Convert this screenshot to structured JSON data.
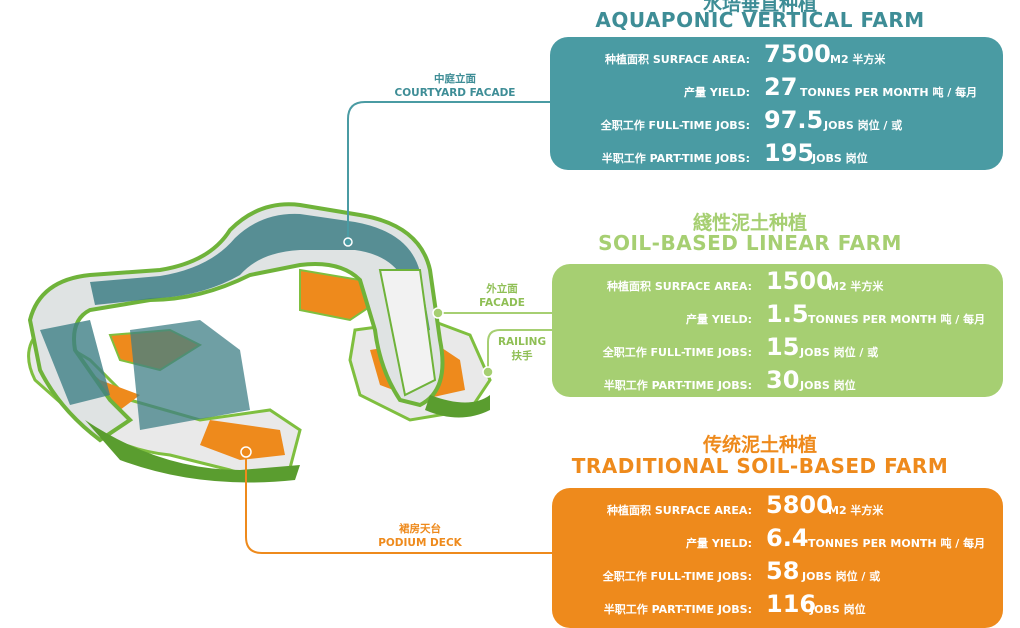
{
  "colors": {
    "teal": "#4a9ba3",
    "green": "#a6cf72",
    "orange": "#ee8a1c",
    "white": "#ffffff"
  },
  "aquaponic": {
    "title_cn": "水培垂直种植",
    "title_en": "AQUAPONIC VERTICAL FARM",
    "rows": [
      {
        "label": "种植面积  SURFACE AREA:",
        "value": "7500",
        "unit": "M2  半方米"
      },
      {
        "label": "产量  YIELD:",
        "value": "27",
        "unit": "TONNES PER MONTH   吨 / 每月"
      },
      {
        "label": "全职工作  FULL-TIME JOBS:",
        "value": "97.5",
        "unit": "JOBS  岗位      / 或"
      },
      {
        "label": "半职工作  PART-TIME JOBS:",
        "value": "195",
        "unit": "JOBS  岗位"
      }
    ]
  },
  "linear": {
    "title_cn": "綫性泥土种植",
    "title_en": "SOIL-BASED LINEAR FARM",
    "rows": [
      {
        "label": "种植面积  SURFACE AREA:",
        "value": "1500",
        "unit": "M2  半方米"
      },
      {
        "label": "产量  YIELD:",
        "value": "1.5",
        "unit": "TONNES PER MONTH   吨 / 每月"
      },
      {
        "label": "全职工作  FULL-TIME JOBS:",
        "value": "15",
        "unit": "JOBS  岗位      / 或"
      },
      {
        "label": "半职工作  PART-TIME JOBS:",
        "value": "30",
        "unit": "JOBS  岗位"
      }
    ]
  },
  "traditional": {
    "title_cn": "传统泥土种植",
    "title_en": "TRADITIONAL SOIL-BASED  FARM",
    "rows": [
      {
        "label": "种植面积  SURFACE AREA:",
        "value": "5800",
        "unit": "M2  半方米"
      },
      {
        "label": "产量  YIELD:",
        "value": "6.4",
        "unit": "TONNES PER MONTH   吨 / 每月"
      },
      {
        "label": "全职工作  FULL-TIME JOBS:",
        "value": "58",
        "unit": "JOBS  岗位      / 或"
      },
      {
        "label": "半职工作  PART-TIME JOBS:",
        "value": "116",
        "unit": "JOBS  岗位"
      }
    ]
  },
  "callouts": {
    "courtyard_cn": "中庭立面",
    "courtyard_en": "COURTYARD FACADE",
    "facade_cn": "外立面",
    "facade_en": "FACADE",
    "railing_en": "RAILING",
    "railing_cn": "扶手",
    "podium_cn": "裙房天台",
    "podium_en": "PODIUM DECK"
  }
}
